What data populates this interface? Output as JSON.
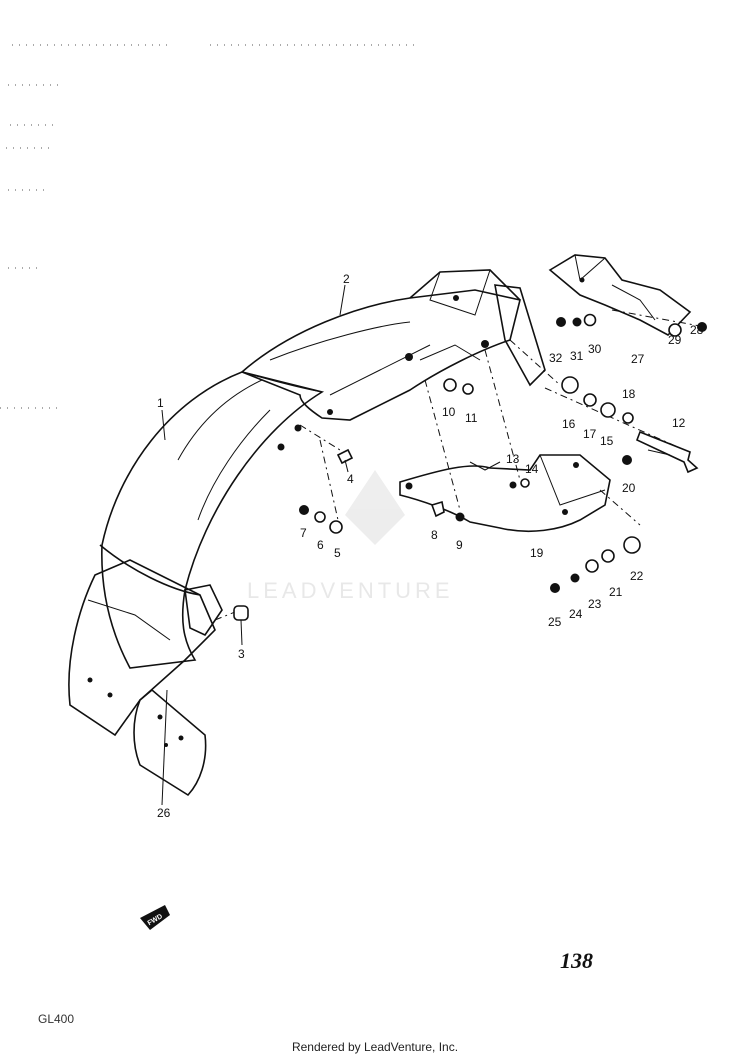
{
  "labels": {
    "p1": "1",
    "p2": "2",
    "p3": "3",
    "p4": "4",
    "p5": "5",
    "p6": "6",
    "p7": "7",
    "p8": "8",
    "p9": "9",
    "p10": "10",
    "p11": "11",
    "p12": "12",
    "p13": "13",
    "p14": "14",
    "p15": "15",
    "p16": "16",
    "p17": "17",
    "p18": "18",
    "p19": "19",
    "p20": "20",
    "p21": "21",
    "p22": "22",
    "p23": "23",
    "p24": "24",
    "p25": "25",
    "p26": "26",
    "p27": "27",
    "p28": "28",
    "p29": "29",
    "p30": "30",
    "p31": "31",
    "p32": "32"
  },
  "fwd_label": "FWD",
  "page_number": "138",
  "watermark_text": "LEADVENTURE",
  "footer_text": "Rendered by LeadVenture, Inc.",
  "corner_text": "GL400",
  "colors": {
    "ink": "#111111",
    "watermark": "#d9d9d9"
  }
}
